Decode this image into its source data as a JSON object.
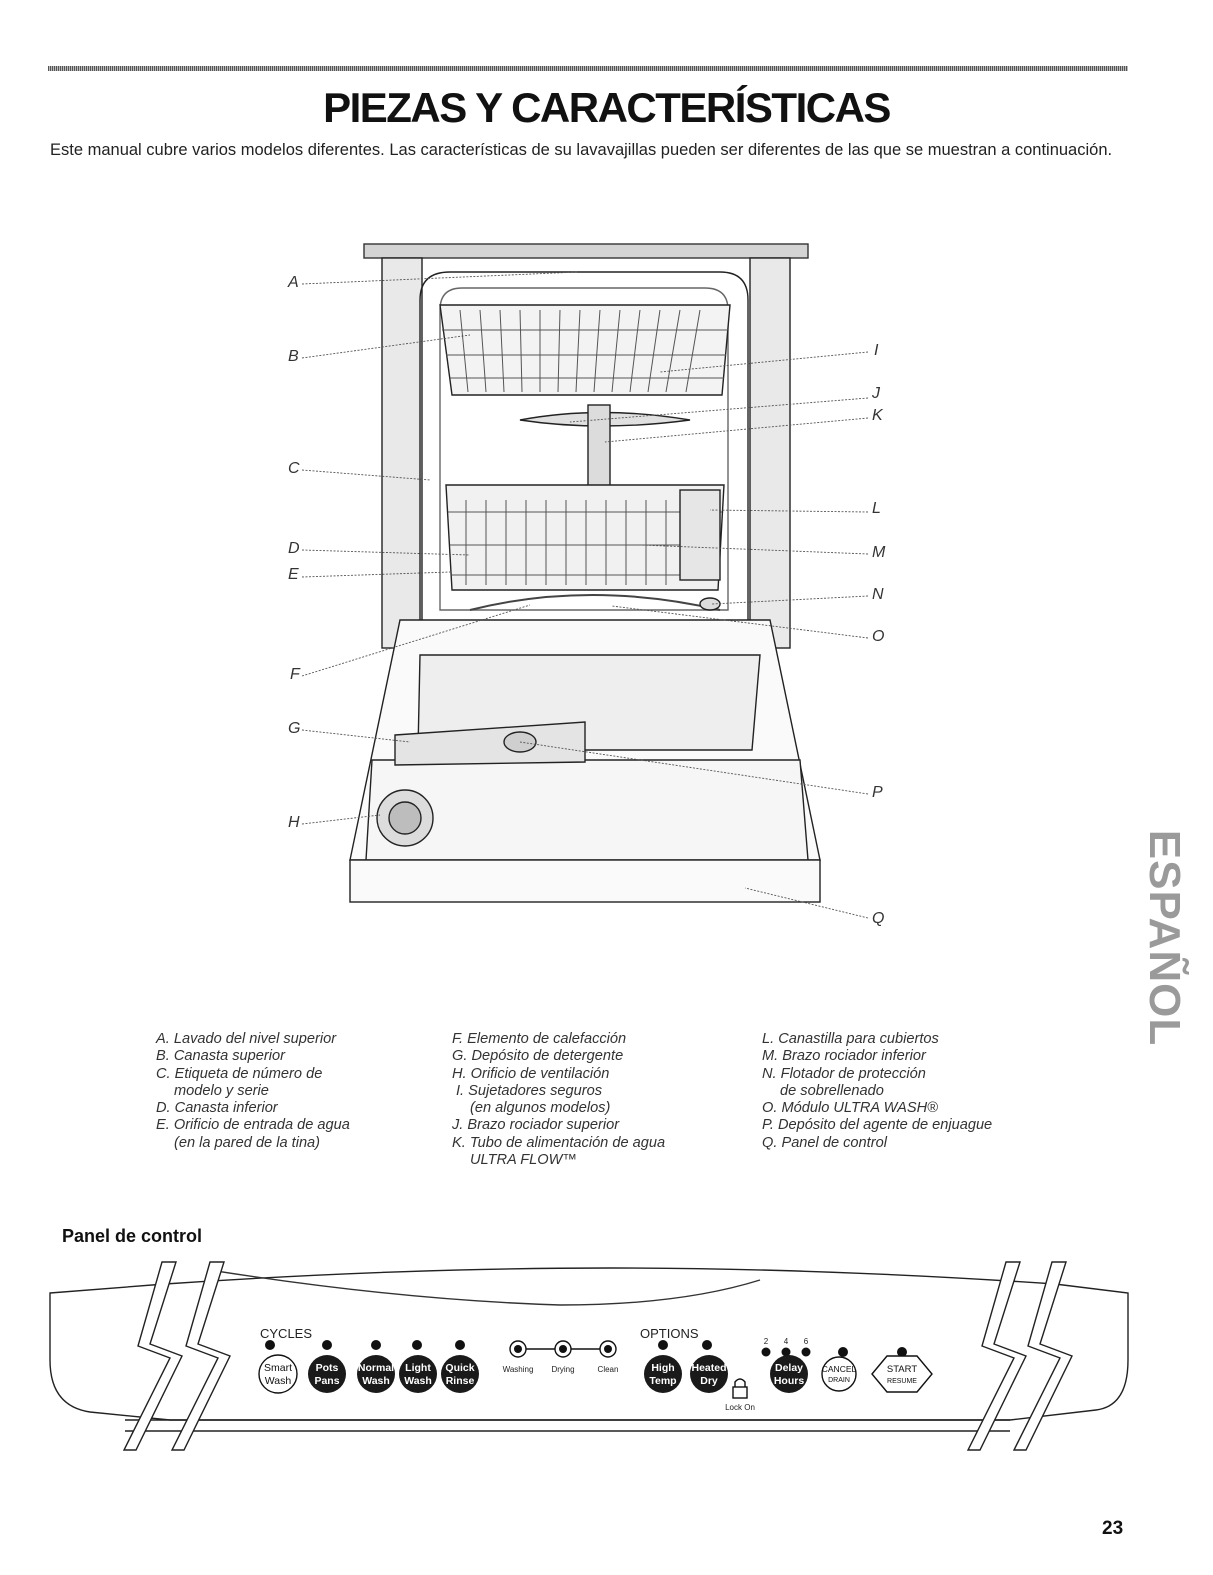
{
  "page": {
    "title": "PIEZAS Y CARACTERÍSTICAS",
    "intro": "Este manual cubre varios modelos diferentes. Las características de su lavavajillas pueden ser diferentes de las que se muestran a continuación.",
    "side_label": "ESPAÑOL",
    "page_number": "23"
  },
  "figure": {
    "callouts": [
      "A",
      "B",
      "C",
      "D",
      "E",
      "F",
      "G",
      "H",
      "I",
      "J",
      "K",
      "L",
      "M",
      "N",
      "O",
      "P",
      "Q"
    ]
  },
  "legend": {
    "col1": [
      "A. Lavado del nivel superior",
      "B. Canasta superior",
      "C. Etiqueta de número de",
      "modelo y serie",
      "D. Canasta inferior",
      "E. Orificio de entrada de agua",
      "(en la pared de la tina)"
    ],
    "col2": [
      "F. Elemento de calefacción",
      "G. Depósito de detergente",
      "H. Orificio de ventilación",
      "I. Sujetadores seguros",
      "(en algunos modelos)",
      "J. Brazo rociador superior",
      "K. Tubo de alimentación de agua",
      "ULTRA FLOW™"
    ],
    "col3": [
      "L. Canastilla para cubiertos",
      "M. Brazo rociador inferior",
      "N. Flotador de protección",
      "de sobrellenado",
      "O. Módulo ULTRA WASH®",
      "P. Depósito del agente de enjuague",
      "Q. Panel de control"
    ]
  },
  "control_panel": {
    "heading": "Panel de control",
    "cycles_label": "CYCLES",
    "options_label": "OPTIONS",
    "cycle_buttons": [
      {
        "line1": "Smart",
        "line2": "Wash"
      },
      {
        "line1": "Pots",
        "line2": "Pans"
      },
      {
        "line1": "Normal",
        "line2": "Wash"
      },
      {
        "line1": "Light",
        "line2": "Wash"
      },
      {
        "line1": "Quick",
        "line2": "Rinse"
      }
    ],
    "status_lights": [
      "Washing",
      "Drying",
      "Clean"
    ],
    "option_buttons": [
      {
        "line1": "High",
        "line2": "Temp"
      },
      {
        "line1": "Heated",
        "line2": "Dry"
      }
    ],
    "lock_label": "Lock On",
    "delay_hours": [
      "2",
      "4",
      "6"
    ],
    "delay_button": {
      "line1": "Delay",
      "line2": "Hours"
    },
    "cancel_button": {
      "line1": "CANCEL",
      "line2": "DRAIN"
    },
    "start_button": {
      "line1": "START",
      "line2": "RESUME"
    }
  }
}
